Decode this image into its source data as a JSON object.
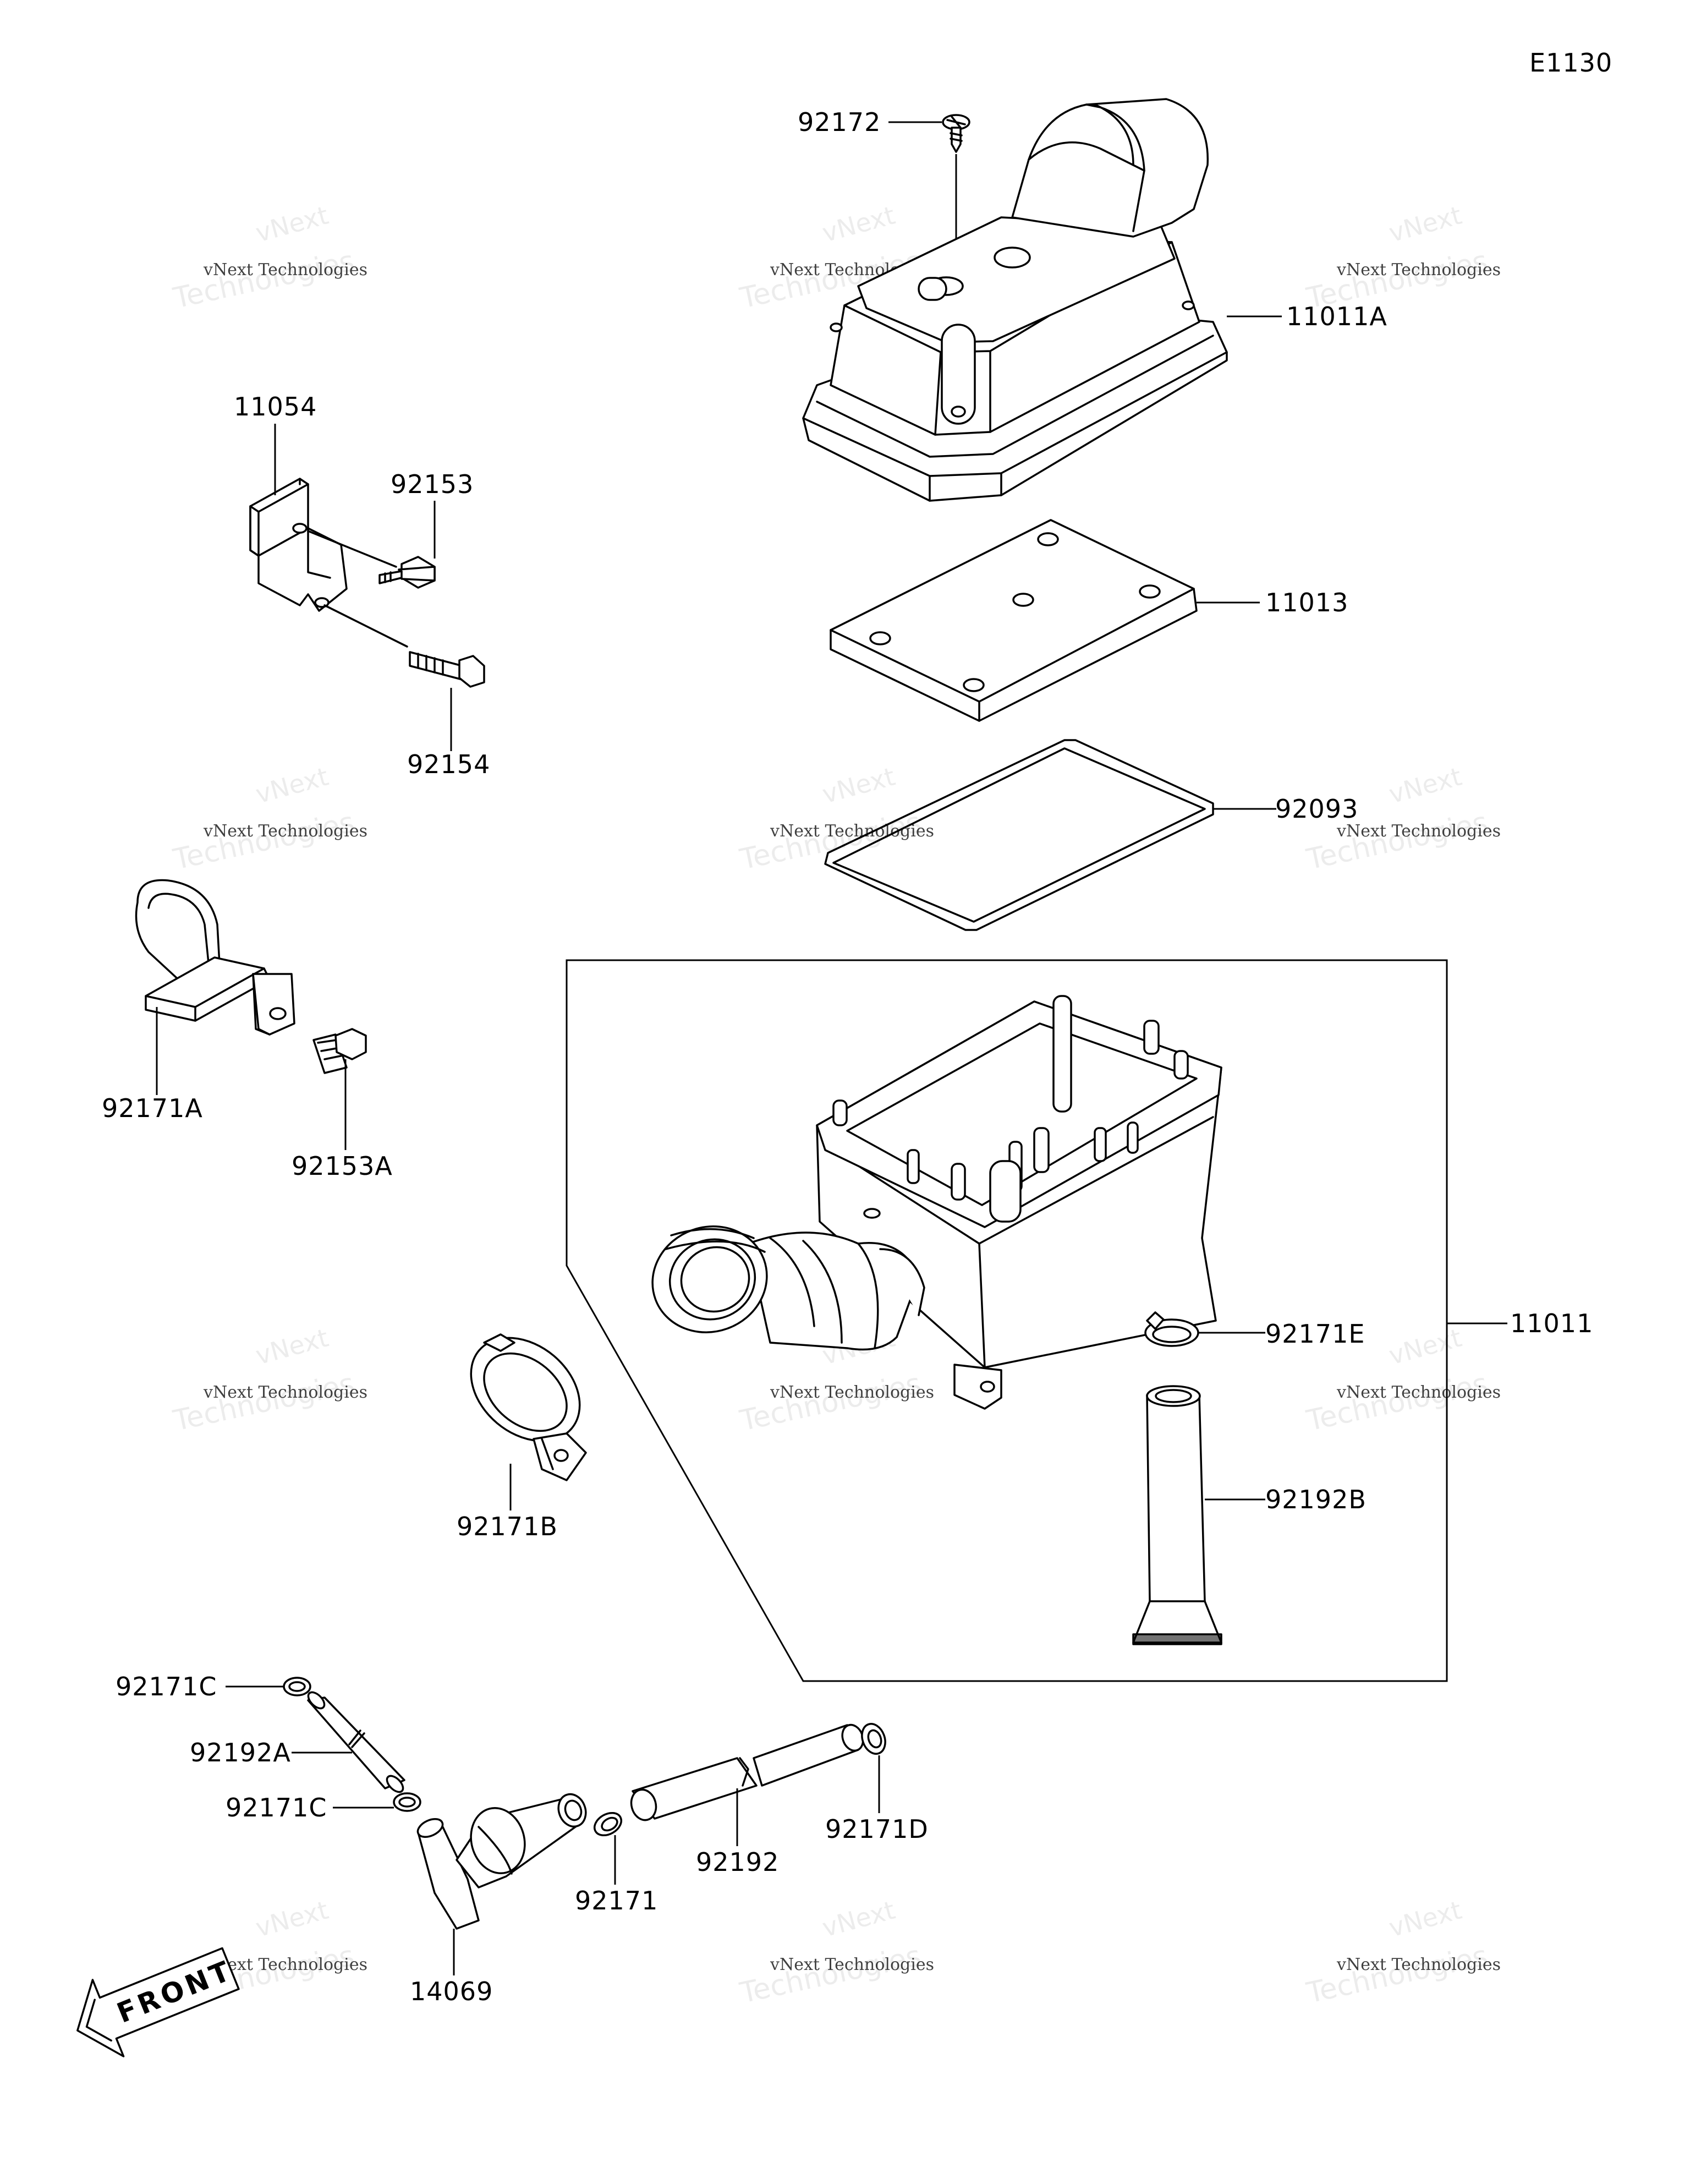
{
  "diagram_code": "E1130",
  "front_arrow_text": "FRONT",
  "watermark": {
    "line1": "vNext Technologies",
    "line2": "Technologies",
    "line3": "vNext"
  },
  "labels": {
    "p92172": "92172",
    "p11011A": "11011A",
    "p11054": "11054",
    "p92153": "92153",
    "p11013": "11013",
    "p92154": "92154",
    "p92093": "92093",
    "p92171A": "92171A",
    "p92153A": "92153A",
    "p92171E": "92171E",
    "p11011": "11011",
    "p92171B": "92171B",
    "p92192B": "92192B",
    "p92171C_1": "92171C",
    "p92192A": "92192A",
    "p92171C_2": "92171C",
    "p92171D": "92171D",
    "p92192": "92192",
    "p92171": "92171",
    "p14069": "14069"
  }
}
